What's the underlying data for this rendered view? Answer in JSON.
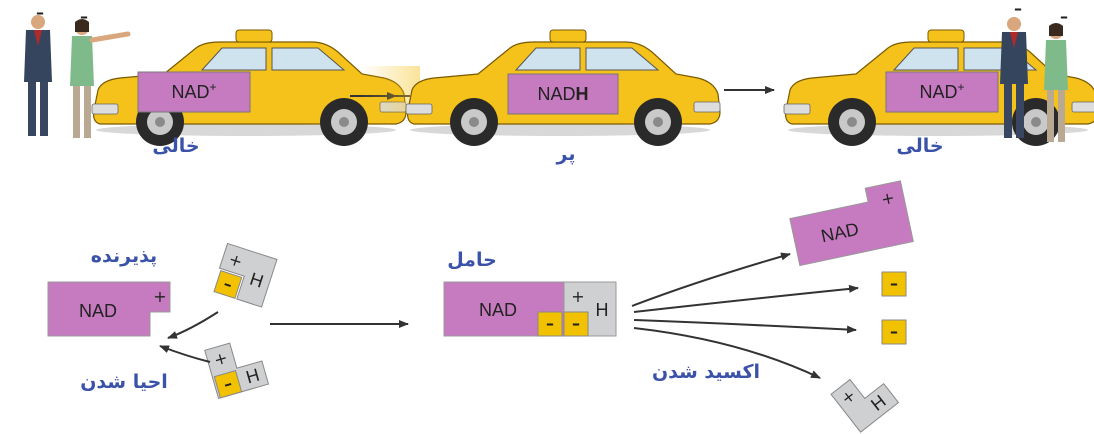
{
  "top_row": {
    "taxi_left": {
      "label_prefix": "NAD",
      "label_suffix": "+",
      "caption": "خالی"
    },
    "taxi_middle": {
      "label_prefix": "NAD",
      "label_suffix": "H",
      "caption": "پر"
    },
    "taxi_right": {
      "label_prefix": "NAD",
      "label_suffix": "+",
      "caption": "خالی"
    },
    "electron_sign": "–"
  },
  "bottom_row": {
    "acceptor": {
      "title": "پذیرنده",
      "box_text": "NAD",
      "box_sign": "+"
    },
    "reduction_label": "احیا شدن",
    "carrier": {
      "title": "حامل",
      "box_text": "NAD",
      "h_sign": "+",
      "h_text": "H",
      "electron_sign": "–"
    },
    "oxidation_label": "اکسید شدن",
    "released_nad": {
      "box_text": "NAD",
      "box_sign": "+"
    },
    "hydrogen_piece": {
      "sign": "+",
      "text": "H"
    },
    "electron_sign": "–"
  },
  "colors": {
    "nad_fill": "#c67bc0",
    "hydrogen_fill": "#cfd0d2",
    "electron_fill": "#f2c200",
    "taxi_yellow": "#f4c21b",
    "label_blue": "#3a52a8"
  }
}
